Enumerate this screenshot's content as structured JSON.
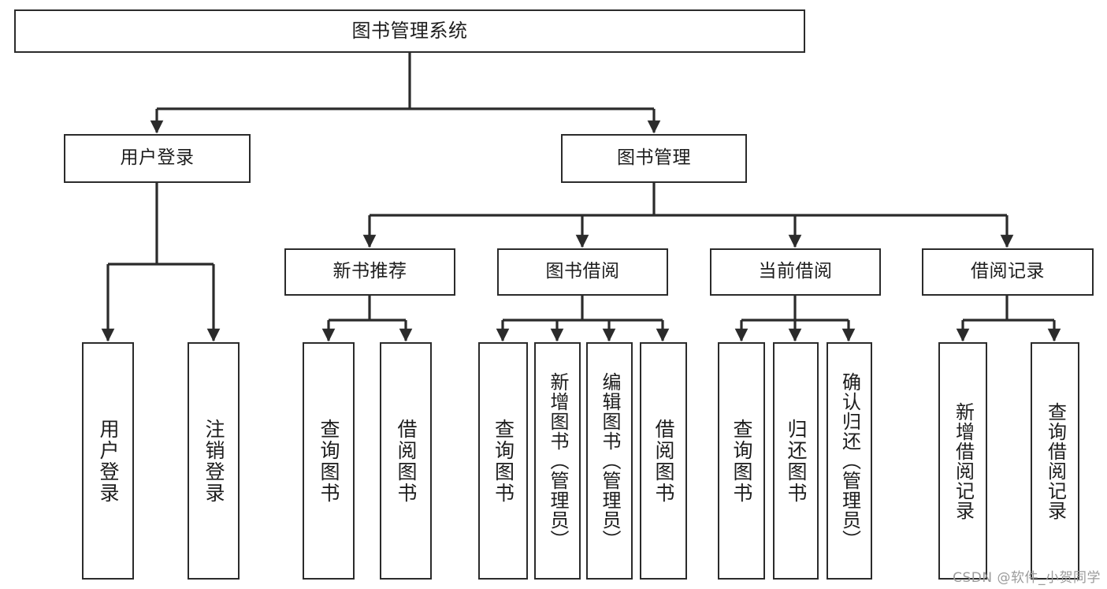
{
  "diagram": {
    "title": "图书管理系统",
    "type": "tree-hierarchy",
    "watermark": "CSDN @软件_小贺同学",
    "stroke_color": "#2b2b2b",
    "fill_color": "#ffffff",
    "text_color": "#1d1d1d",
    "watermark_color": "#9b9b9b"
  },
  "nodes": {
    "root": {
      "label": "图书管理系统",
      "level": 1
    },
    "level2": [
      {
        "id": "user-login",
        "label": "用户登录"
      },
      {
        "id": "book-management",
        "label": "图书管理"
      }
    ],
    "level3": [
      {
        "id": "new-book-recommend",
        "label": "新书推荐",
        "parent": "book-management"
      },
      {
        "id": "book-borrow",
        "label": "图书借阅",
        "parent": "book-management"
      },
      {
        "id": "current-borrow",
        "label": "当前借阅",
        "parent": "book-management"
      },
      {
        "id": "borrow-record",
        "label": "借阅记录",
        "parent": "book-management"
      }
    ],
    "leaves": [
      {
        "id": "leaf-user-login",
        "label": "用户登录",
        "parent": "user-login"
      },
      {
        "id": "leaf-logout-login",
        "label": "注销登录",
        "parent": "user-login"
      },
      {
        "id": "leaf-query-book-1",
        "label": "查询图书",
        "parent": "new-book-recommend"
      },
      {
        "id": "leaf-borrow-book-1",
        "label": "借阅图书",
        "parent": "new-book-recommend"
      },
      {
        "id": "leaf-query-book-2",
        "label": "查询图书",
        "parent": "book-borrow"
      },
      {
        "id": "leaf-add-book",
        "label": "新增图书（管理员）",
        "parent": "book-borrow"
      },
      {
        "id": "leaf-edit-book",
        "label": "编辑图书（管理员）",
        "parent": "book-borrow"
      },
      {
        "id": "leaf-borrow-book-2",
        "label": "借阅图书",
        "parent": "book-borrow"
      },
      {
        "id": "leaf-query-book-3",
        "label": "查询图书",
        "parent": "current-borrow"
      },
      {
        "id": "leaf-return-book",
        "label": "归还图书",
        "parent": "current-borrow"
      },
      {
        "id": "leaf-confirm-return",
        "label": "确认归还（管理员）",
        "parent": "current-borrow"
      },
      {
        "id": "leaf-add-record",
        "label": "新增借阅记录",
        "parent": "borrow-record"
      },
      {
        "id": "leaf-query-record",
        "label": "查询借阅记录",
        "parent": "borrow-record"
      }
    ]
  }
}
